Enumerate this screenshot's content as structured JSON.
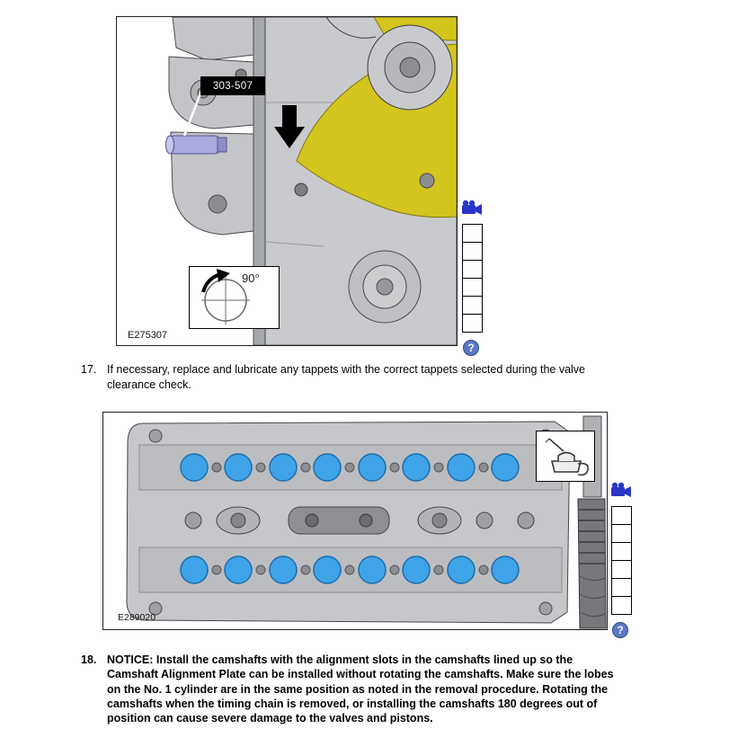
{
  "steps": [
    {
      "number": "17.",
      "text": "If necessary, replace and lubricate any tappets with the correct tappets selected during the valve clearance check."
    },
    {
      "number": "18.",
      "text": "NOTICE: Install the camshafts with the alignment slots in the camshafts lined up so the Camshaft Alignment Plate can be installed without rotating the camshafts. Make sure the lobes on the No. 1 cylinder are in the same position as noted in the removal procedure. Rotating the camshafts when the timing chain is removed, or installing the camshafts 180 degrees out of position can cause severe damage to the valves and pistons."
    }
  ],
  "figures": [
    {
      "id_label": "E275307",
      "callout_label": "303-507",
      "rotation_label": "90°"
    },
    {
      "id_label": "E289020"
    }
  ],
  "side_panel": {
    "video_icon": "video-camera-icon",
    "help_label": "?",
    "empty_cell_count": 6
  },
  "colors": {
    "highlight_yellow": "#d3c41e",
    "tappet_blue": "#3fa3e8",
    "tool_purple": "#a9a9de",
    "icon_blue": "#2a35c9"
  }
}
